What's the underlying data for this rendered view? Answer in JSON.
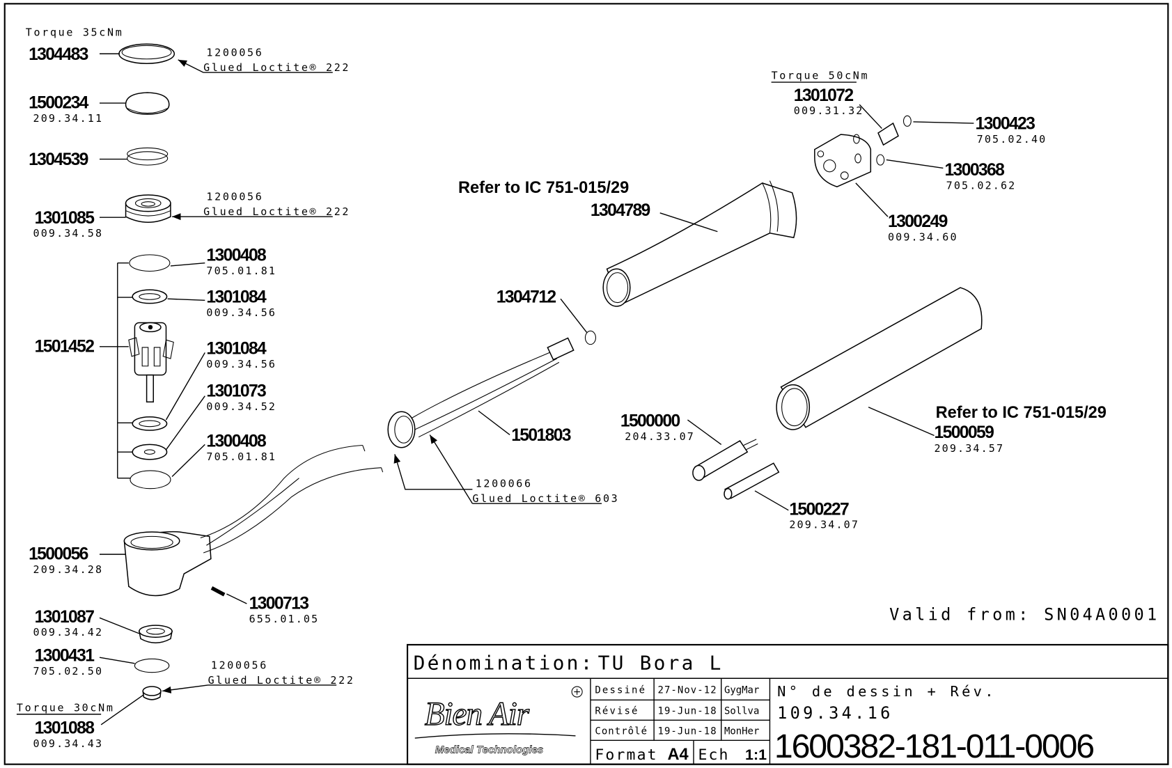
{
  "notes": {
    "torque_35": "Torque 35cNm",
    "torque_50": "Torque 50cNm",
    "torque_30": "Torque 30cNm",
    "glue_id_1": "1200056",
    "glue_label_1": "Glued Loctite® 222",
    "glue_id_2": "1200056",
    "glue_label_2": "Glued Loctite® 222",
    "glue_id_3": "1200056",
    "glue_label_3": "Glued Loctite® 222",
    "glue_id_4": "1200066",
    "glue_label_4": "Glued Loctite® 603",
    "refer_1": "Refer to IC 751-015/29",
    "refer_2": "Refer to IC 751-015/29",
    "valid_from": "Valid from: SN04A0001"
  },
  "parts": {
    "p1304483": {
      "number": "1304483"
    },
    "p1500234": {
      "number": "1500234",
      "code": "209.34.11"
    },
    "p1304539": {
      "number": "1304539"
    },
    "p1301085": {
      "number": "1301085",
      "code": "009.34.58"
    },
    "p1300408a": {
      "number": "1300408",
      "code": "705.01.81"
    },
    "p1301084a": {
      "number": "1301084",
      "code": "009.34.56"
    },
    "p1501452": {
      "number": "1501452"
    },
    "p1301084b": {
      "number": "1301084",
      "code": "009.34.56"
    },
    "p1301073": {
      "number": "1301073",
      "code": "009.34.52"
    },
    "p1300408b": {
      "number": "1300408",
      "code": "705.01.81"
    },
    "p1500056": {
      "number": "1500056",
      "code": "209.34.28"
    },
    "p1300713": {
      "number": "1300713",
      "code": "655.01.05"
    },
    "p1301087": {
      "number": "1301087",
      "code": "009.34.42"
    },
    "p1300431": {
      "number": "1300431",
      "code": "705.02.50"
    },
    "p1301088": {
      "number": "1301088",
      "code": "009.34.43"
    },
    "p1304712": {
      "number": "1304712"
    },
    "p1501803": {
      "number": "1501803"
    },
    "p1304789": {
      "number": "1304789"
    },
    "p1301072": {
      "number": "1301072",
      "code": "009.31.32"
    },
    "p1300423": {
      "number": "1300423",
      "code": "705.02.40"
    },
    "p1300368": {
      "number": "1300368",
      "code": "705.02.62"
    },
    "p1300249": {
      "number": "1300249",
      "code": "009.34.60"
    },
    "p1500000": {
      "number": "1500000",
      "code": "204.33.07"
    },
    "p1500059": {
      "number": "1500059",
      "code": "209.34.57"
    },
    "p1500227": {
      "number": "1500227",
      "code": "209.34.07"
    }
  },
  "title_block": {
    "denomination_label": "Dénomination:",
    "denomination_value": "TU Bora L",
    "logo_text": "Bien Air",
    "logo_subtitle": "Medical Technologies",
    "rows": [
      {
        "label": "Dessiné",
        "date": "27-Nov-12",
        "author": "GygMar"
      },
      {
        "label": "Révisé",
        "date": "19-Jun-18",
        "author": "Sollva"
      },
      {
        "label": "Contrôlé",
        "date": "19-Jun-18",
        "author": "MonHer"
      }
    ],
    "format_label": "Format",
    "format_value": "A4",
    "scale_label": "Ech",
    "scale_value": "1:1",
    "drawing_no_label": "N° de dessin + Rév.",
    "drawing_ref": "109.34.16",
    "drawing_number": "1600382-181-011-0006"
  }
}
